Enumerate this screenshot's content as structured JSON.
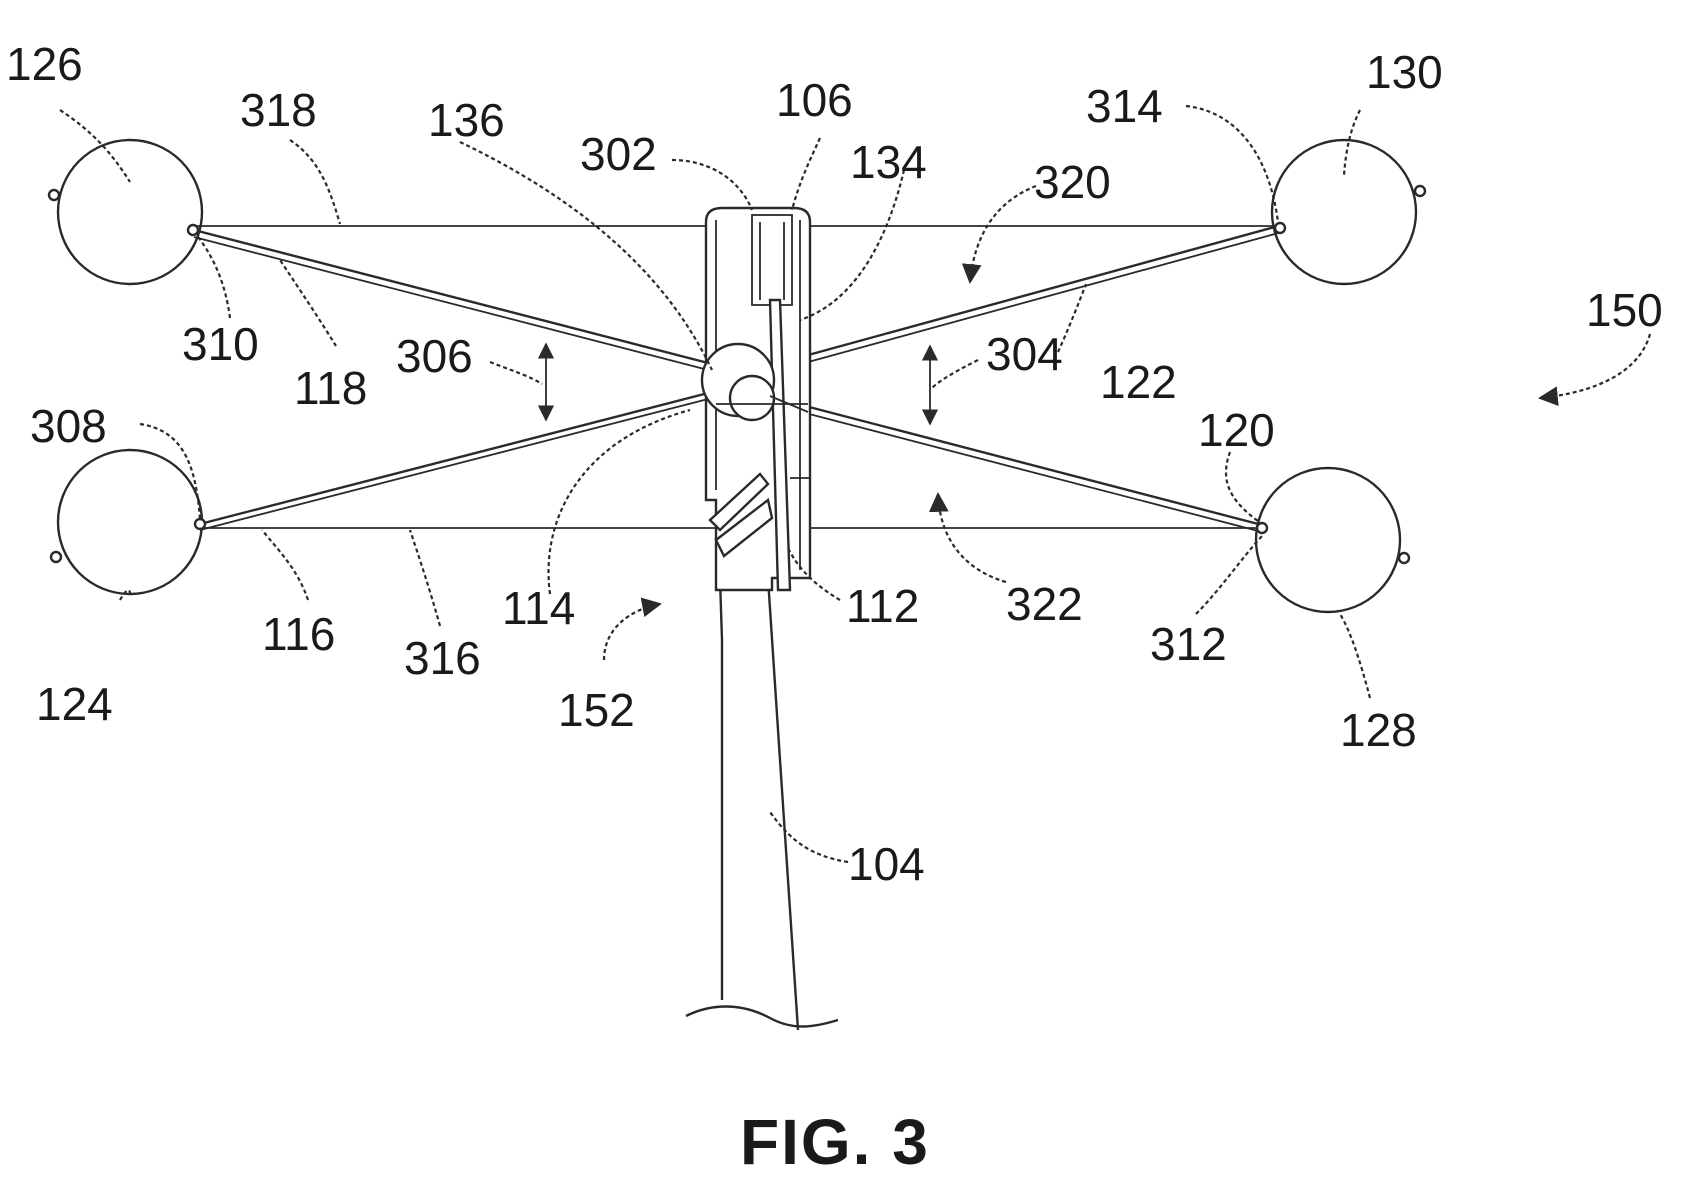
{
  "caption": "FIG. 3",
  "reference_numerals": {
    "r104": "104",
    "r106": "106",
    "r112": "112",
    "r114": "114",
    "r116": "116",
    "r118": "118",
    "r120": "120",
    "r122": "122",
    "r124": "124",
    "r126": "126",
    "r128": "128",
    "r130": "130",
    "r134": "134",
    "r136": "136",
    "r150": "150",
    "r152": "152",
    "r302": "302",
    "r304": "304",
    "r306": "306",
    "r308": "308",
    "r310": "310",
    "r312": "312",
    "r314": "314",
    "r316": "316",
    "r318": "318",
    "r320": "320",
    "r322": "322"
  }
}
